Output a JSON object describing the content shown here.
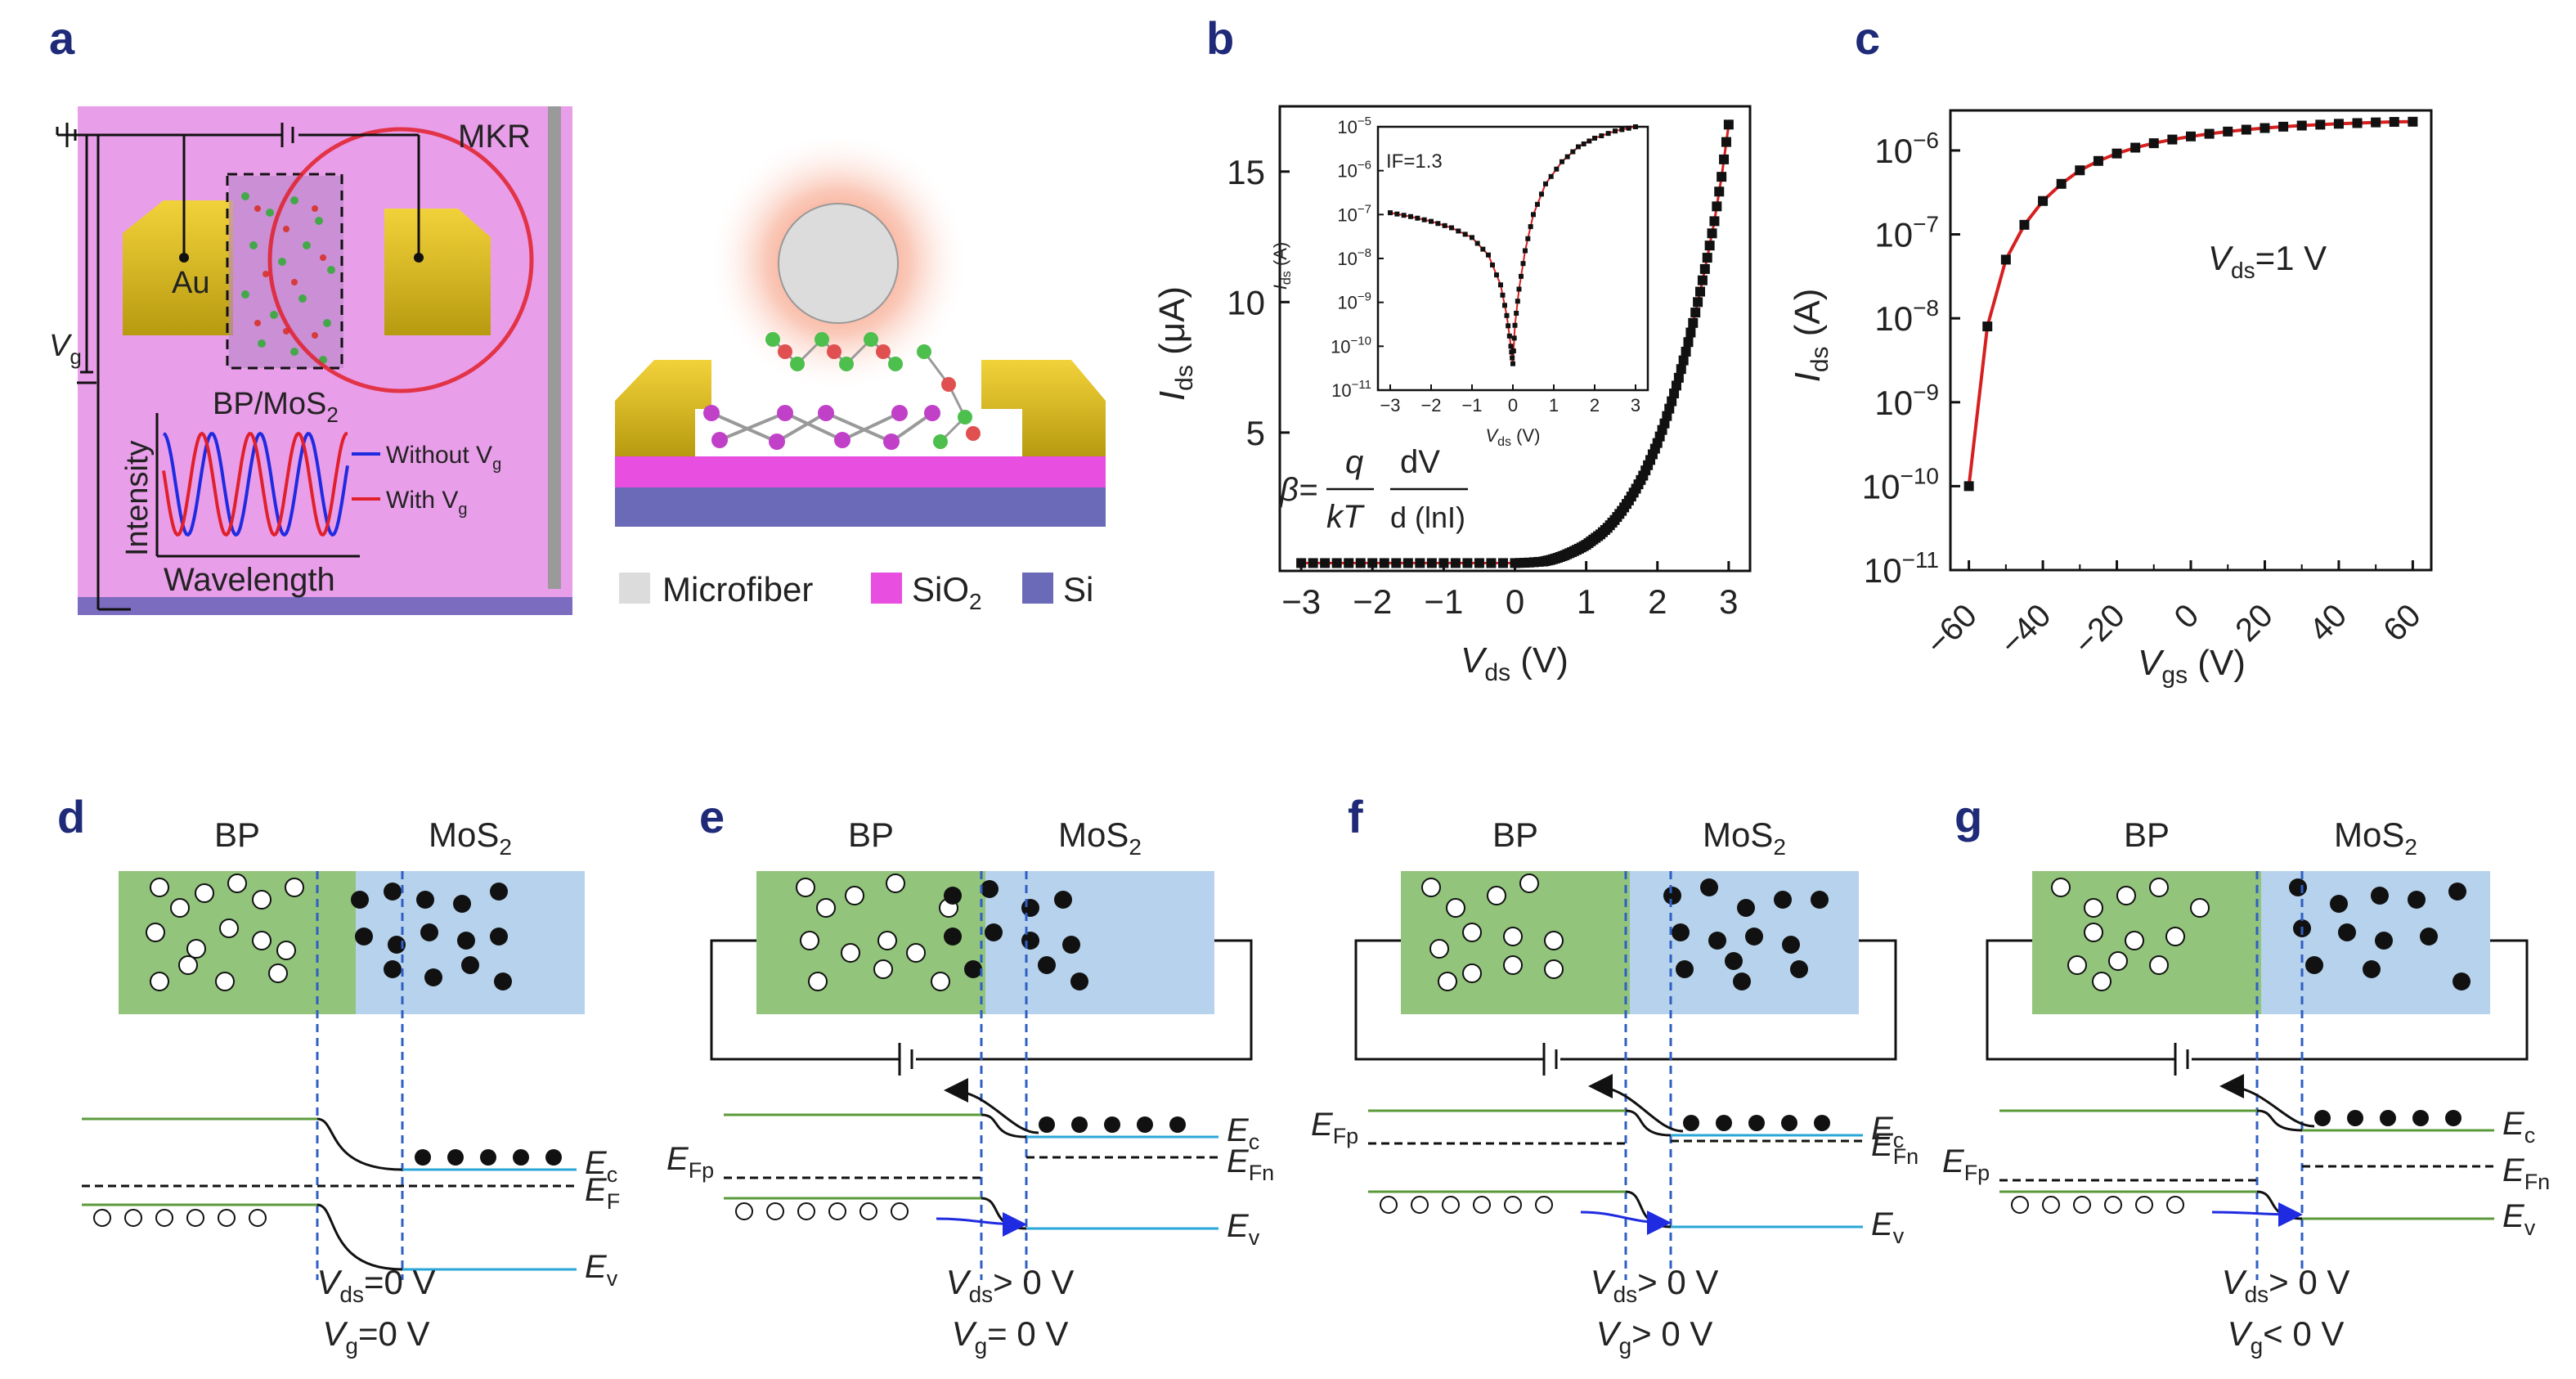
{
  "panel_letters": {
    "a": "a",
    "b": "b",
    "c": "c",
    "d": "d",
    "e": "e",
    "f": "f",
    "g": "g"
  },
  "panel_a": {
    "mkr": "MKR",
    "au": "Au",
    "vg_main": "V",
    "vg_sub": "g",
    "bp_mos2": "BP/MoS",
    "bp_mos2_sub": "2",
    "intensity": "Intensity",
    "wavelength": "Wavelength",
    "legend_without": "Without V",
    "legend_without_sub": "g",
    "legend_with": "With V",
    "legend_with_sub": "g",
    "colors": {
      "without": "#1f2be0",
      "with": "#e0202a",
      "background": "#e99ee9"
    }
  },
  "legend_materials": [
    {
      "label": "Microfiber",
      "sub": "",
      "color": "#dcdcdc"
    },
    {
      "label": "SiO",
      "sub": "2",
      "color": "#e84ee0"
    },
    {
      "label": "Si",
      "sub": "",
      "color": "#6a6ab8"
    }
  ],
  "panel_b_texts": {
    "ylabel_main": "I",
    "ylabel_sub": "ds",
    "ylabel_unit": " (μA)",
    "xlabel_main": "V",
    "xlabel_sub": "ds",
    "xlabel_unit": " (V)",
    "inset_if": "IF=1.3",
    "inset_ylabel_main": "I",
    "inset_ylabel_sub": "ds",
    "inset_ylabel_unit": " (A)",
    "inset_xlabel_main": "V",
    "inset_xlabel_sub": "ds",
    "inset_xlabel_unit": " (V)",
    "beta_eq": "β=",
    "q": "q",
    "kT": "kT",
    "dV": "dV",
    "dlnI": "d (lnI)"
  },
  "panel_c_texts": {
    "ylabel_main": "I",
    "ylabel_sub": "ds",
    "ylabel_unit": " (A)",
    "xlabel_main": "V",
    "xlabel_sub": "gs",
    "xlabel_unit": " (V)",
    "anno_main": "V",
    "anno_sub": "ds",
    "anno_rest": "=1 V"
  },
  "chart_data": [
    {
      "id": "b_main",
      "type": "line",
      "xlabel": "Vds (V)",
      "ylabel": "Ids (μA)",
      "xlim": [
        -3.3,
        3.3
      ],
      "ylim": [
        -0.3,
        17.5
      ],
      "xticks": [
        "−3",
        "−2",
        "−1",
        "0",
        "1",
        "2",
        "3"
      ],
      "yticks": [
        "5",
        "10",
        "15"
      ],
      "series": [
        {
          "x": [
            -3,
            -2.5,
            -2,
            -1.5,
            -1,
            -0.5,
            0,
            0.2,
            0.4,
            0.5,
            0.6,
            0.7,
            0.8,
            0.9,
            1.0,
            1.1,
            1.2,
            1.3,
            1.4,
            1.5,
            1.6,
            1.7,
            1.8,
            1.9,
            2.0,
            2.1,
            2.2,
            2.3,
            2.4,
            2.5,
            2.6,
            2.7,
            2.8,
            2.9,
            3.0
          ],
          "y": [
            0,
            0,
            0,
            0,
            0,
            0,
            0,
            0.02,
            0.06,
            0.12,
            0.2,
            0.3,
            0.42,
            0.55,
            0.7,
            0.9,
            1.1,
            1.35,
            1.65,
            2.0,
            2.4,
            2.85,
            3.35,
            3.95,
            4.6,
            5.35,
            6.2,
            7.1,
            8.1,
            9.2,
            10.4,
            11.7,
            13.1,
            14.8,
            16.8
          ]
        }
      ]
    },
    {
      "id": "b_inset",
      "type": "line",
      "yscale": "log",
      "xlim": [
        -3.3,
        3.3
      ],
      "ylim": [
        1e-11,
        1e-05
      ],
      "xticks": [
        "−3",
        "−2",
        "−1",
        "0",
        "1",
        "2",
        "3"
      ],
      "yticks": [
        "10^-11",
        "10^-10",
        "10^-9",
        "10^-8",
        "10^-7",
        "10^-6",
        "10^-5"
      ],
      "series": [
        {
          "x": [
            -3,
            -2.5,
            -2,
            -1.5,
            -1,
            -0.6,
            -0.3,
            -0.15,
            -0.05,
            0,
            0.05,
            0.15,
            0.3,
            0.5,
            0.8,
            1.2,
            1.6,
            2.0,
            2.5,
            3.0
          ],
          "y": [
            1.1e-07,
            9e-08,
            7e-08,
            5e-08,
            3e-08,
            1.2e-08,
            2.5e-09,
            5e-10,
            1e-10,
            4e-11,
            3e-10,
            2e-09,
            1.5e-08,
            1e-07,
            5e-07,
            1.6e-06,
            3.5e-06,
            5.5e-06,
            8e-06,
            1e-05
          ]
        }
      ]
    },
    {
      "id": "c",
      "type": "line",
      "yscale": "log",
      "xlabel": "Vgs (V)",
      "ylabel": "Ids (A)",
      "xlim": [
        -65,
        65
      ],
      "ylim": [
        1e-11,
        3e-06
      ],
      "xticks": [
        "−60",
        "−40",
        "−20",
        "0",
        "20",
        "40",
        "60"
      ],
      "yticks": [
        "10^-11",
        "10^-10",
        "10^-9",
        "10^-8",
        "10^-7",
        "10^-6"
      ],
      "series": [
        {
          "x": [
            -60,
            -55,
            -50,
            -45,
            -40,
            -35,
            -30,
            -25,
            -20,
            -15,
            -10,
            -5,
            0,
            5,
            10,
            15,
            20,
            25,
            30,
            35,
            40,
            45,
            50,
            55,
            60
          ],
          "y": [
            1e-10,
            8e-09,
            5e-08,
            1.3e-07,
            2.5e-07,
            4e-07,
            5.8e-07,
            7.5e-07,
            9.2e-07,
            1.08e-06,
            1.22e-06,
            1.35e-06,
            1.47e-06,
            1.58e-06,
            1.68e-06,
            1.77e-06,
            1.85e-06,
            1.92e-06,
            1.98e-06,
            2.03e-06,
            2.08e-06,
            2.12e-06,
            2.16e-06,
            2.19e-06,
            2.2e-06
          ]
        }
      ],
      "line_color": "#d62020"
    }
  ],
  "band_panels": [
    {
      "letter": "d",
      "bp": "BP",
      "mos": "MoS",
      "mos_sub": "2",
      "ec": "E",
      "ec_sub": "c",
      "ef": "E",
      "ef_sub": "F",
      "ev": "E",
      "ev_sub": "v",
      "efp": "",
      "efn": "",
      "c1a": "V",
      "c1b": "ds",
      "c1c": "=0 V",
      "c2a": "V",
      "c2b": "g",
      "c2c": "=0 V"
    },
    {
      "letter": "e",
      "bp": "BP",
      "mos": "MoS",
      "mos_sub": "2",
      "ec": "E",
      "ec_sub": "c",
      "efp": "E",
      "efp_sub": "Fp",
      "efn": "E",
      "efn_sub": "Fn",
      "ev": "E",
      "ev_sub": "v",
      "c1a": "V",
      "c1b": "ds",
      "c1c": "> 0 V",
      "c2a": "V",
      "c2b": "g",
      "c2c": "= 0 V"
    },
    {
      "letter": "f",
      "bp": "BP",
      "mos": "MoS",
      "mos_sub": "2",
      "ec": "E",
      "ec_sub": "c",
      "efp": "E",
      "efp_sub": "Fp",
      "efn": "E",
      "efn_sub": "Fn",
      "ev": "E",
      "ev_sub": "v",
      "c1a": "V",
      "c1b": "ds",
      "c1c": "> 0 V",
      "c2a": "V",
      "c2b": "g",
      "c2c": "> 0 V"
    },
    {
      "letter": "g",
      "bp": "BP",
      "mos": "MoS",
      "mos_sub": "2",
      "ec": "E",
      "ec_sub": "c",
      "efp": "E",
      "efp_sub": "Fp",
      "efn": "E",
      "efn_sub": "Fn",
      "ev": "E",
      "ev_sub": "v",
      "c1a": "V",
      "c1b": "ds",
      "c1c": "> 0 V",
      "c2a": "V",
      "c2b": "g",
      "c2c": "< 0 V"
    }
  ]
}
